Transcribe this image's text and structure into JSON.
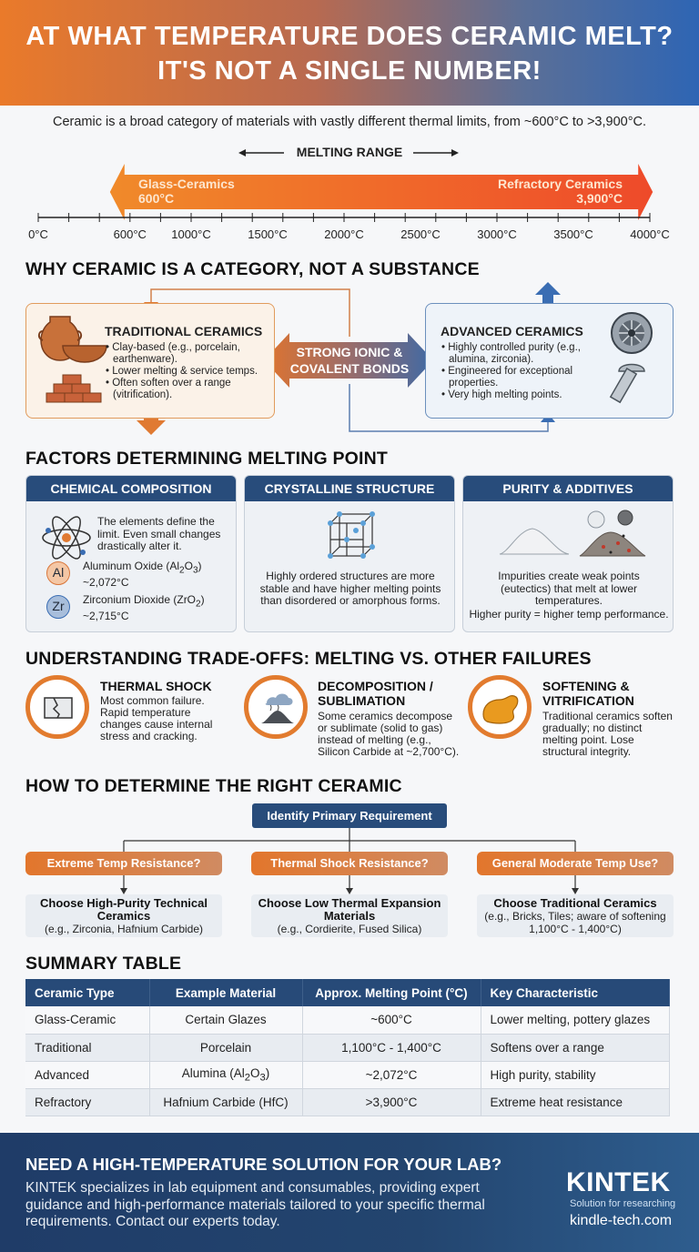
{
  "header": {
    "line1": "AT WHAT TEMPERATURE DOES CERAMIC MELT?",
    "line2": "IT'S NOT A SINGLE NUMBER!"
  },
  "intro": "Ceramic is a broad category of materials with vastly different thermal limits, from ~600°C to >3,900°C.",
  "melting_range": {
    "label": "MELTING RANGE",
    "left_name": "Glass-Ceramics",
    "left_temp": "600°C",
    "right_name": "Refractory Ceramics",
    "right_temp": "3,900°C",
    "ticks": [
      "0°C",
      "600°C",
      "1000°C",
      "1500°C",
      "2000°C",
      "2500°C",
      "3000°C",
      "3500°C",
      "4000°C"
    ],
    "tick_values": [
      0,
      600,
      1000,
      1500,
      2000,
      2500,
      3000,
      3500,
      4000
    ],
    "arrow_start": 600,
    "arrow_end": 3900,
    "axis_max": 4000
  },
  "why": {
    "title": "WHY CERAMIC IS A CATEGORY, NOT A SUBSTANCE",
    "traditional": {
      "title": "TRADITIONAL CERAMICS",
      "bullets": [
        "Clay-based (e.g., porcelain, earthenware).",
        "Lower melting & service temps.",
        "Often soften over a range (vitrification)."
      ]
    },
    "bonds": {
      "line1": "STRONG IONIC &",
      "line2": "COVALENT BONDS"
    },
    "advanced": {
      "title": "ADVANCED CERAMICS",
      "bullets": [
        "Highly controlled purity (e.g., alumina, zirconia).",
        "Engineered for exceptional properties.",
        "Very high melting points."
      ]
    }
  },
  "factors": {
    "title": "FACTORS DETERMINING MELTING POINT",
    "chemical": {
      "title": "CHEMICAL COMPOSITION",
      "desc": "The elements define the limit. Even small changes drastically alter it.",
      "el1_symbol": "Al",
      "el1_name": "Aluminum Oxide (Al",
      "el1_sub1": "2",
      "el1_o": "O",
      "el1_sub2": "3",
      "el1_close": ")",
      "el1_temp": "~2,072°C",
      "el2_symbol": "Zr",
      "el2_name": "Zirconium Dioxide (ZrO",
      "el2_sub": "2",
      "el2_close": ")",
      "el2_temp": "~2,715°C"
    },
    "crystal": {
      "title": "CRYSTALLINE STRUCTURE",
      "desc": "Highly ordered structures are more stable and have higher melting points than disordered or amorphous forms."
    },
    "purity": {
      "title": "PURITY & ADDITIVES",
      "desc": "Impurities create weak points (eutectics) that melt at lower temperatures.",
      "note": "Higher purity = higher temp performance."
    }
  },
  "tradeoffs": {
    "title": "UNDERSTANDING TRADE-OFFS: MELTING VS. OTHER FAILURES",
    "items": [
      {
        "title1": "THERMAL SHOCK",
        "title2": "",
        "desc": [
          "Most common failure.",
          "Rapid temperature",
          "changes cause internal",
          "stress and cracking."
        ]
      },
      {
        "title1": "DECOMPOSITION /",
        "title2": "SUBLIMATION",
        "desc": [
          "Some ceramics decompose",
          "or sublimate (solid to gas)",
          "instead of melting (e.g.,",
          "Silicon Carbide at ~2,700°C)."
        ]
      },
      {
        "title1": "SOFTENING &",
        "title2": "VITRIFICATION",
        "desc": [
          "Traditional ceramics soften",
          "gradually; no distinct",
          "melting point. Lose",
          "structural integrity."
        ]
      }
    ]
  },
  "howto": {
    "title": "HOW TO DETERMINE THE RIGHT CERAMIC",
    "root": "Identify Primary Requirement",
    "options": [
      {
        "q": "Extreme Temp Resistance?",
        "a1": "Choose High-Purity Technical",
        "a2": "Ceramics",
        "a3": "(e.g., Zirconia, Hafnium Carbide)"
      },
      {
        "q": "Thermal Shock Resistance?",
        "a1": "Choose Low Thermal Expansion",
        "a2": "Materials",
        "a3": "(e.g., Cordierite, Fused Silica)"
      },
      {
        "q": "General Moderate Temp Use?",
        "a1": "Choose Traditional Ceramics",
        "a2": "(e.g., Bricks, Tiles; aware of softening",
        "a3": "1,100°C - 1,400°C)"
      }
    ]
  },
  "summary": {
    "title": "SUMMARY TABLE",
    "headers": [
      "Ceramic Type",
      "Example Material",
      "Approx. Melting Point (°C)",
      "Key Characteristic"
    ],
    "rows": [
      [
        "Glass-Ceramic",
        "Certain Glazes",
        "~600°C",
        "Lower melting, pottery glazes"
      ],
      [
        "Traditional",
        "Porcelain",
        "1,100°C - 1,400°C",
        "Softens over a range"
      ],
      [
        "Advanced",
        "Alumina (Al",
        "~2,072°C",
        "High purity, stability"
      ],
      [
        "Refractory",
        "Hafnium Carbide (HfC)",
        ">3,900°C",
        "Extreme heat resistance"
      ]
    ],
    "alumina_sub1": "2",
    "alumina_o": "O",
    "alumina_sub2": "3",
    "alumina_close": ")"
  },
  "footer": {
    "heading": "NEED A HIGH-TEMPERATURE SOLUTION FOR YOUR LAB?",
    "body": "KINTEK specializes in lab equipment and consumables, providing expert guidance and high-performance materials tailored to your specific thermal requirements. Contact our experts today.",
    "brand": "KINTEK",
    "tagline": "Solution for researching",
    "url": "kindle-tech.com"
  },
  "colors": {
    "orange": "#e2762c",
    "navy": "#274a78",
    "blue_accent": "#3a6db3"
  }
}
